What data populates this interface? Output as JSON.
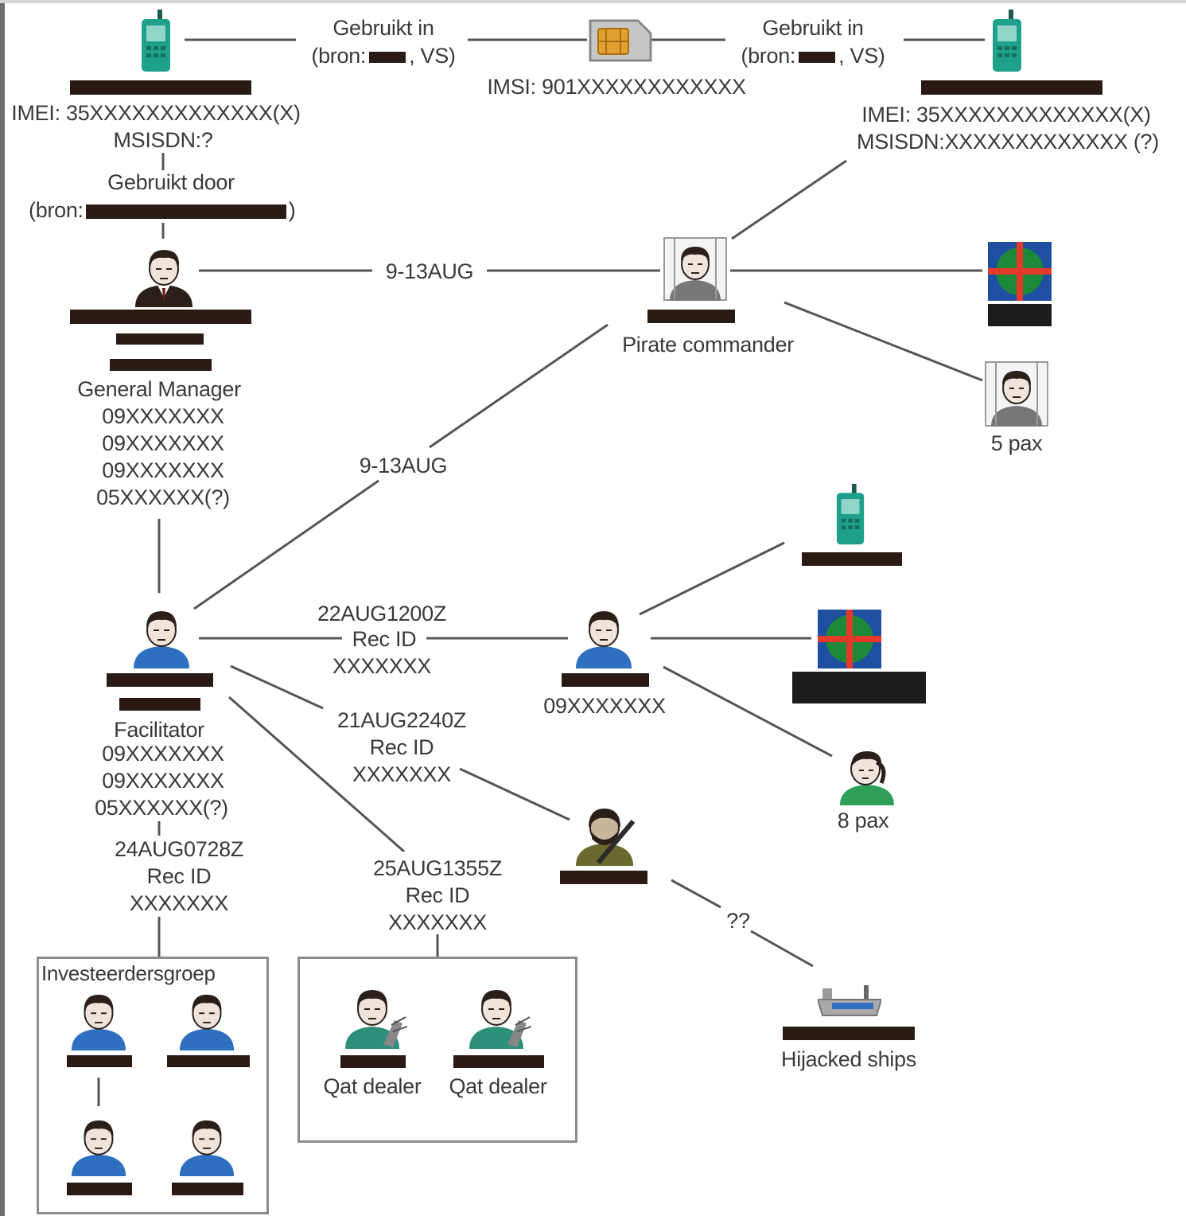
{
  "top": {
    "used_in_left": "Gebruikt in",
    "source_left": "(bron:",
    "source_left_tail": ", VS)",
    "used_in_right": "Gebruikt in",
    "source_right": "(bron:",
    "source_right_tail": ", VS)",
    "imsi": "IMSI: 901XXXXXXXXXXXX"
  },
  "phone_left": {
    "imei": "IMEI: 35XXXXXXXXXXXXX(X)",
    "msisdn": "MSISDN:?"
  },
  "phone_right": {
    "imei": "IMEI: 35XXXXXXXXXXXXX(X)",
    "msisdn": "MSISDN:XXXXXXXXXXXXX (?)"
  },
  "used_by": {
    "label": "Gebruikt door",
    "source": "(bron:",
    "source_tail": ")"
  },
  "general_manager": {
    "title": "General Manager",
    "numbers": [
      "09XXXXXXX",
      "09XXXXXXX",
      "09XXXXXXX",
      "05XXXXXX(?)"
    ]
  },
  "gm_pirate_link": "9-13AUG",
  "pirate_commander": {
    "title": "Pirate commander"
  },
  "pax_top": "5 pax",
  "facilitator_pirate_link": "9-13AUG",
  "facilitator": {
    "title": "Facilitator",
    "numbers": [
      "09XXXXXXX",
      "09XXXXXXX",
      "05XXXXXX(?)"
    ]
  },
  "link_22aug": [
    "22AUG1200Z",
    "Rec ID",
    "XXXXXXX"
  ],
  "middle_person": {
    "number": "09XXXXXXX"
  },
  "pax_bottom": "8 pax",
  "link_21aug": [
    "21AUG2240Z",
    "Rec ID",
    "XXXXXXX"
  ],
  "link_24aug": [
    "24AUG0728Z",
    "Rec ID",
    "XXXXXXX"
  ],
  "link_25aug": [
    "25AUG1355Z",
    "Rec ID",
    "XXXXXXX"
  ],
  "unknown_link": "??",
  "ships": "Hijacked ships",
  "investors": {
    "title": "Investeerdersgroep"
  },
  "qat": {
    "dealer1": "Qat dealer",
    "dealer2": "Qat dealer"
  },
  "colors": {
    "redaction": "#2a1a14",
    "phone": "#1fa08a",
    "shirt_blue": "#2f6fbf",
    "shirt_green": "#2f9f5a",
    "line": "#555555",
    "box_border": "#8c8c8c"
  }
}
